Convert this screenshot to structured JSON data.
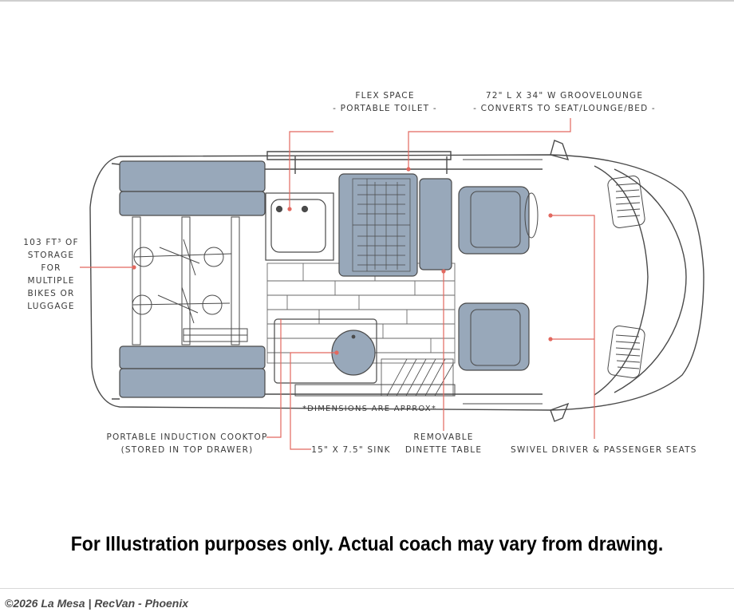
{
  "labels": {
    "flex_space": [
      "FLEX SPACE",
      "- PORTABLE TOILET -"
    ],
    "groovelounge": [
      "72\" L X 34\" W GROOVELOUNGE",
      "- CONVERTS TO SEAT/LOUNGE/BED -"
    ],
    "storage": [
      "103 FT³ OF",
      "STORAGE",
      "FOR",
      "MULTIPLE",
      "BIKES OR",
      "LUGGAGE"
    ],
    "dimensions_note": "*DIMENSIONS ARE APPROX*",
    "cooktop": [
      "PORTABLE INDUCTION COOKTOP",
      "(STORED IN TOP DRAWER)"
    ],
    "sink": "15\" X 7.5\" SINK",
    "dinette": [
      "REMOVABLE",
      "DINETTE TABLE"
    ],
    "seats": "SWIVEL DRIVER & PASSENGER SEATS"
  },
  "disclaimer": "For Illustration purposes only.  Actual coach may vary from drawing.",
  "credit": "©2026 La Mesa | RecVan - Phoenix",
  "colors": {
    "cushion": "#98a8ba",
    "leader": "#e2685f",
    "outline": "#4a4a4a"
  }
}
